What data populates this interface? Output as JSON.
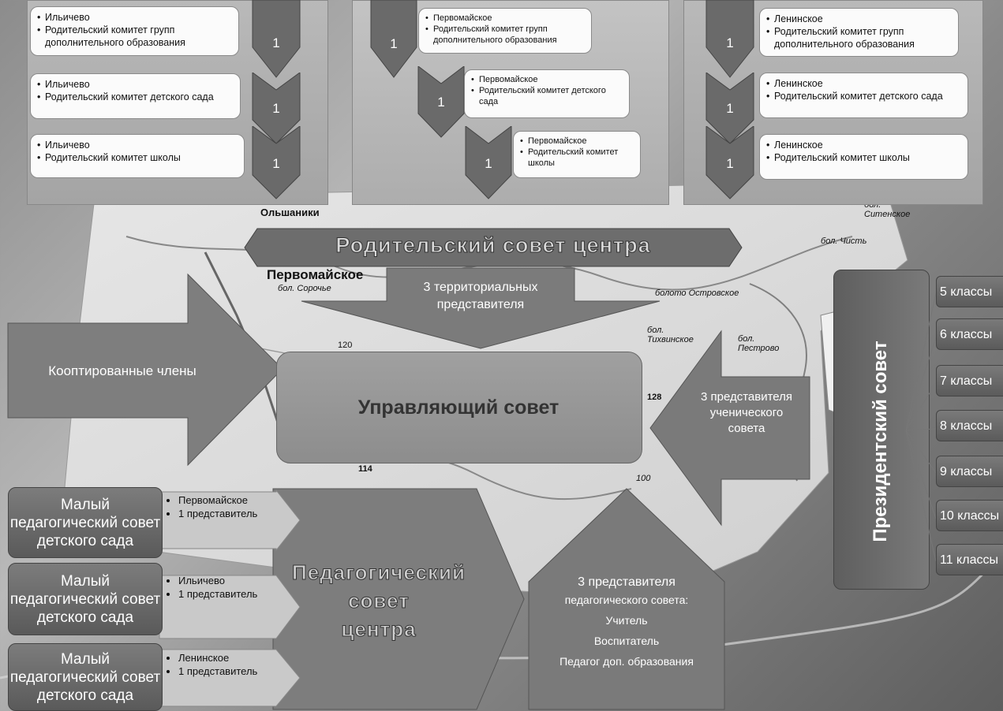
{
  "top_left_cards": [
    {
      "lines": [
        "Ильичево",
        "Родительский комитет групп дополнительного образования"
      ],
      "count": "1"
    },
    {
      "lines": [
        "Ильичево",
        "Родительский комитет  детского сада"
      ],
      "count": "1"
    },
    {
      "lines": [
        "Ильичево",
        "Родительский комитет школы"
      ],
      "count": "1"
    }
  ],
  "top_mid_cards": [
    {
      "lines": [
        "Первомайское",
        "Родительский комитет групп дополнительного образования"
      ],
      "count": "1"
    },
    {
      "lines": [
        "Первомайское",
        "Родительский комитет  детского сада"
      ],
      "count": "1"
    },
    {
      "lines": [
        "Первомайское",
        "Родительский комитет школы"
      ],
      "count": "1"
    }
  ],
  "top_right_cards": [
    {
      "lines": [
        "Ленинское",
        "Родительский комитет групп дополнительного образования"
      ],
      "count": "1"
    },
    {
      "lines": [
        "Ленинское",
        "Родительский комитет  детского сада"
      ],
      "count": "1"
    },
    {
      "lines": [
        "Ленинское",
        "Родительский комитет школы"
      ],
      "count": "1"
    }
  ],
  "map_labels": {
    "olshaniki": "Ольшаники",
    "pervomayskoe": "Первомайское",
    "bol_sitenskoe": "бол. Ситенское",
    "boloto_ostrovskoe": "болото Островское",
    "bol_chist": "бол. Чисть",
    "bol_tikhvinskoe": "бол. Тихвинское",
    "bol_pestrovo": "бол. Пестрово",
    "sorochye": "бол. Сорочье",
    "n128": "128",
    "n120": "120",
    "n114": "114",
    "n100": "100"
  },
  "parent_council": "Родительский совет центра",
  "territorial": "3  территориальных представителя",
  "coopted": "Кооптированные члены",
  "governing": "Управляющий совет",
  "student_reps": "3 представителя ученического совета",
  "president_council": "Президентский совет",
  "grades": [
    "5 классы",
    "6 классы",
    "7 классы",
    "8 классы",
    "9 классы",
    "10 классы",
    "11 классы"
  ],
  "small_councils": [
    {
      "title": "Малый педагогический совет детского сада",
      "lines": [
        "Первомайское",
        "1 представитель"
      ]
    },
    {
      "title": "Малый педагогический совет детского сада",
      "lines": [
        "Ильичево",
        "1 представитель"
      ]
    },
    {
      "title": "Малый педагогический совет детского сада",
      "lines": [
        "Ленинское",
        "1 представитель"
      ]
    }
  ],
  "ped_council": [
    "Педагогический",
    "совет",
    "центра"
  ],
  "ped_reps": {
    "title": "3 представителя",
    "subtitle": "педагогического совета:",
    "items": [
      "Учитель",
      "Воспитатель",
      "Педагог доп. образования"
    ]
  },
  "colors": {
    "dark": "#5f5f5f",
    "mid": "#8d8d8d",
    "light": "#b8b8b8"
  }
}
